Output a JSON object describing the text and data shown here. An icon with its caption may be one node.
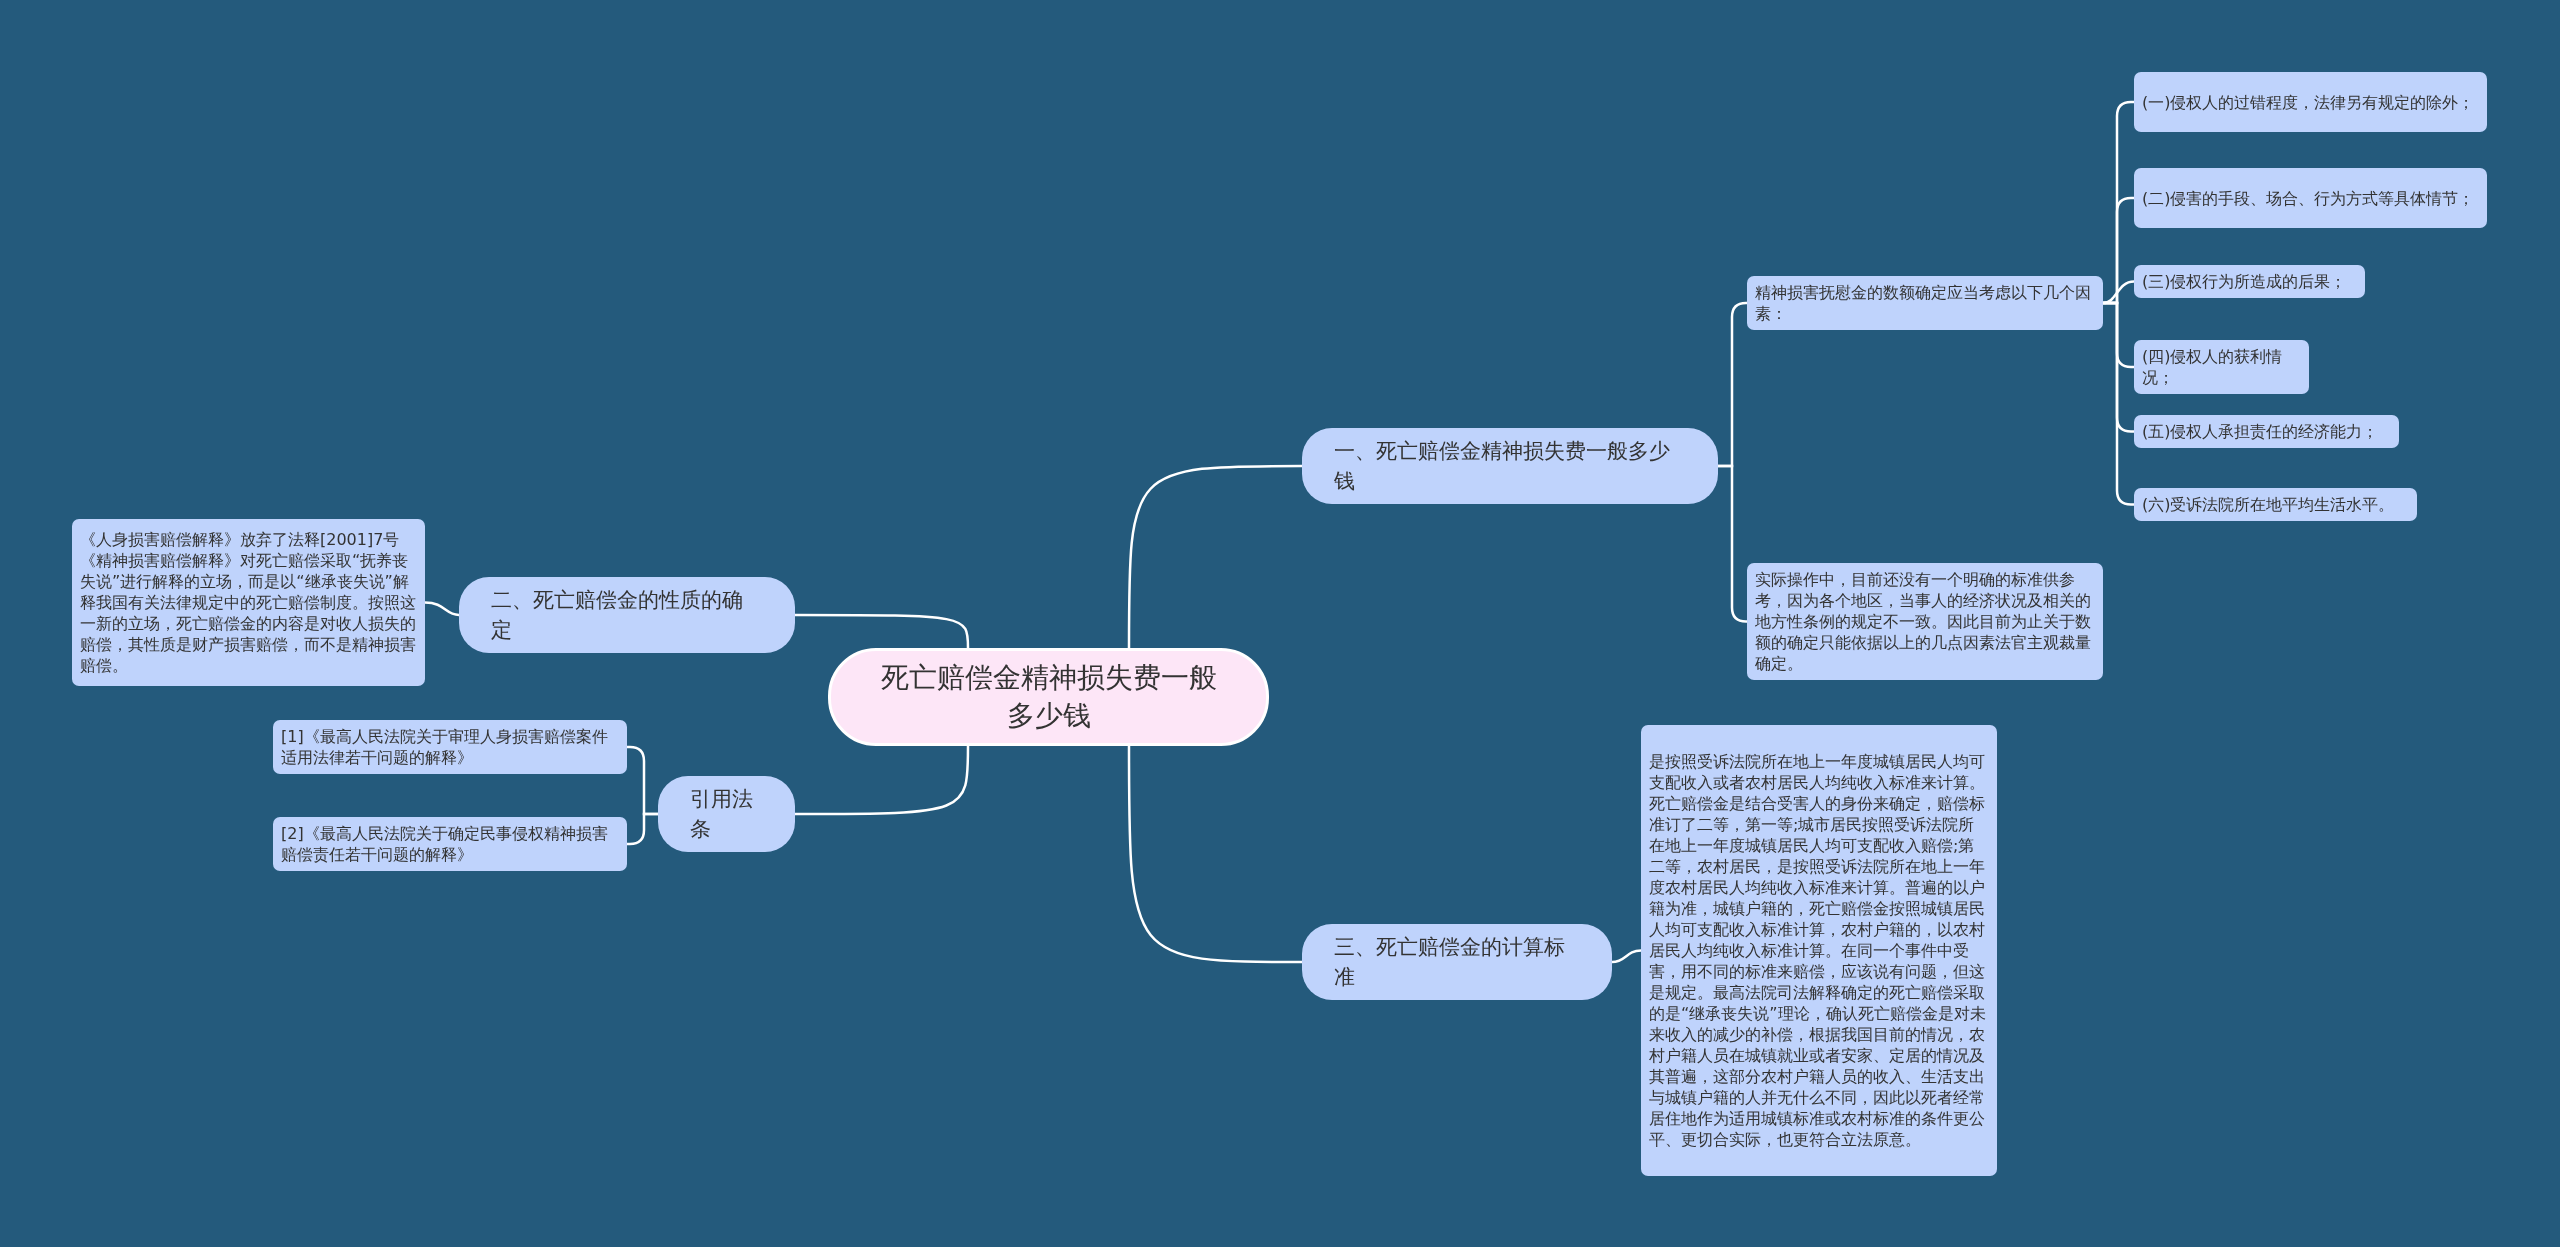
{
  "diagram": {
    "nodes": [
      {
        "text": [
          "死亡赔偿金精神损失费一般多少钱"
        ]
      },
      {
        "text": [
          "一、死亡赔偿金精神损失费一般多少钱"
        ]
      },
      {
        "text": [
          "精神损害抚慰金的数额确定应当考虑以下几个因素："
        ]
      },
      {
        "text": [
          "(一)侵权人的过错程度，法律另有规定的除外；"
        ]
      },
      {
        "text": [
          "(二)侵害的手段、场合、行为方式等具体情节；"
        ]
      },
      {
        "text": [
          "(三)侵权行为所造成的后果；"
        ]
      },
      {
        "text": [
          "(四)侵权人的获利情况；"
        ]
      },
      {
        "text": [
          "(五)侵权人承担责任的经济能力；"
        ]
      },
      {
        "text": [
          "(六)受诉法院所在地平均生活水平。"
        ]
      },
      {
        "text": [
          "实际操作中，目前还没有一个明确的标准供参考，因为各个地区，当事人的经济状况及相关的地方性条例的规定不一致。因此目前为止关于数额的确定只能依据以上的几点因素法官主观裁量确定。"
        ]
      },
      {
        "text": [
          "二、死亡赔偿金的性质的确定"
        ]
      },
      {
        "text": [
          "《人身损害赔偿解释》放弃了法释[2001]7号《精神损害赔偿解释》对死亡赔偿采取“抚养丧失说”进行解释的立场，而是以“继承丧失说”解释我国有关法律规定中的死亡赔偿制度。按照这一新的立场，死亡赔偿金的内容是对收人损失的赔偿，其性质是财产损害赔偿，而不是精神损害赔偿。"
        ]
      },
      {
        "text": [
          "引用法条"
        ]
      },
      {
        "text": [
          "[1]《最高人民法院关于审理人身损害赔偿案件适用法律若干问题的解释》"
        ]
      },
      {
        "text": [
          "[2]《最高人民法院关于确定民事侵权精神损害赔偿责任若干问题的解释》"
        ]
      },
      {
        "text": [
          "三、死亡赔偿金的计算标准"
        ]
      },
      {
        "text": [
          "是按照受诉法院所在地上一年度城镇居民人均可支配收入或者农村居民人均纯收入标准来计算。死亡赔偿金是结合受害人的身份来确定，赔偿标准订了二等，第一等;城市居民按照受诉法院所在地上一年度城镇居民人均可支配收入赔偿;第二等，农村居民，是按照受诉法院所在地上一年度农村居民人均纯收入标准来计算。普遍的以户籍为准，城镇户籍的，死亡赔偿金按照城镇居民人均可支配收入标准计算，农村户籍的，以农村居民人均纯收入标准计算。在同一个事件中受害，用不同的标准来赔偿，应该说有问题，但这是规定。最高法院司法解释确定的死亡赔偿采取的是“继承丧失说”理论，确认死亡赔偿金是对未来收入的减少的补偿，根据我国目前的情况，农村户籍人员在城镇就业或者安家、定居的情况及其普遍，这部分农村户籍人员的收入、生活支出与城镇户籍的人并无什么不同，因此以死者经常居住地作为适用城镇标准或农村标准的条件更公平、更切合实际，也更符合立法原意。"
        ]
      }
    ],
    "edges": [
      {
        "from": 0,
        "to": 1,
        "arrow": "none"
      },
      {
        "from": 1,
        "to": 2,
        "arrow": "none"
      },
      {
        "from": 2,
        "to": 3,
        "arrow": "none"
      },
      {
        "from": 2,
        "to": 4,
        "arrow": "none"
      },
      {
        "from": 2,
        "to": 5,
        "arrow": "none"
      },
      {
        "from": 2,
        "to": 6,
        "arrow": "none"
      },
      {
        "from": 2,
        "to": 7,
        "arrow": "none"
      },
      {
        "from": 2,
        "to": 8,
        "arrow": "none"
      },
      {
        "from": 1,
        "to": 9,
        "arrow": "none"
      },
      {
        "from": 0,
        "to": 10,
        "arrow": "none"
      },
      {
        "from": 10,
        "to": 11,
        "arrow": "none"
      },
      {
        "from": 0,
        "to": 12,
        "arrow": "none"
      },
      {
        "from": 12,
        "to": 13,
        "arrow": "none"
      },
      {
        "from": 12,
        "to": 14,
        "arrow": "none"
      },
      {
        "from": 0,
        "to": 15,
        "arrow": "none"
      },
      {
        "from": 15,
        "to": 16,
        "arrow": "none"
      }
    ]
  }
}
